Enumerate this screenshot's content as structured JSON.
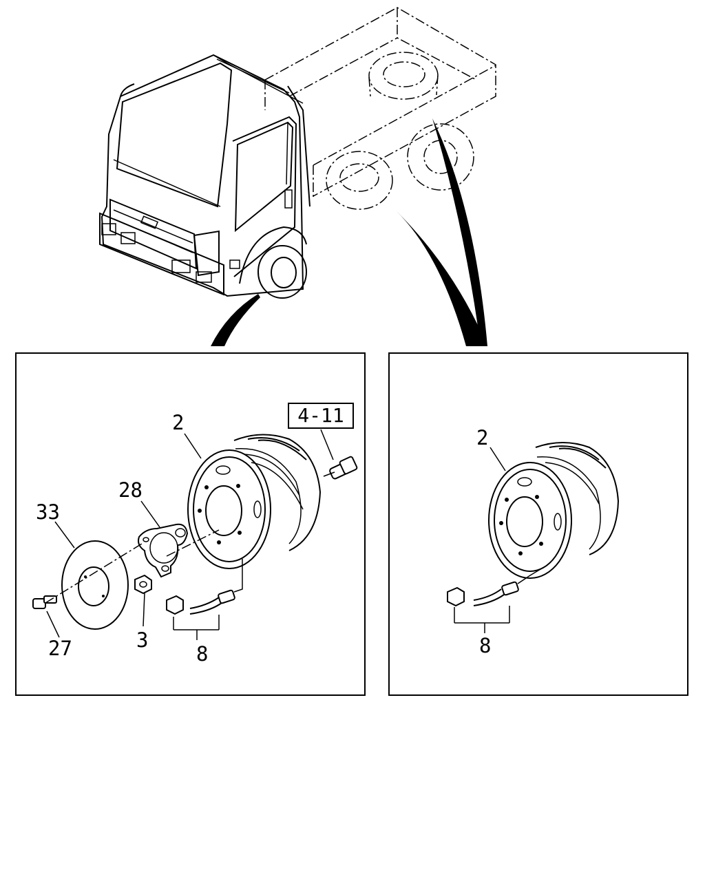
{
  "colors": {
    "line": "#000000",
    "background": "#ffffff"
  },
  "overview": {
    "icon": "truck-overview"
  },
  "panel_left": {
    "reference": "4-11",
    "callouts": {
      "wheel": "2",
      "hub_cap": "28",
      "cover": "33",
      "bolt": "27",
      "nut": "3",
      "valve": "8"
    }
  },
  "panel_right": {
    "callouts": {
      "wheel": "2",
      "valve": "8"
    }
  }
}
